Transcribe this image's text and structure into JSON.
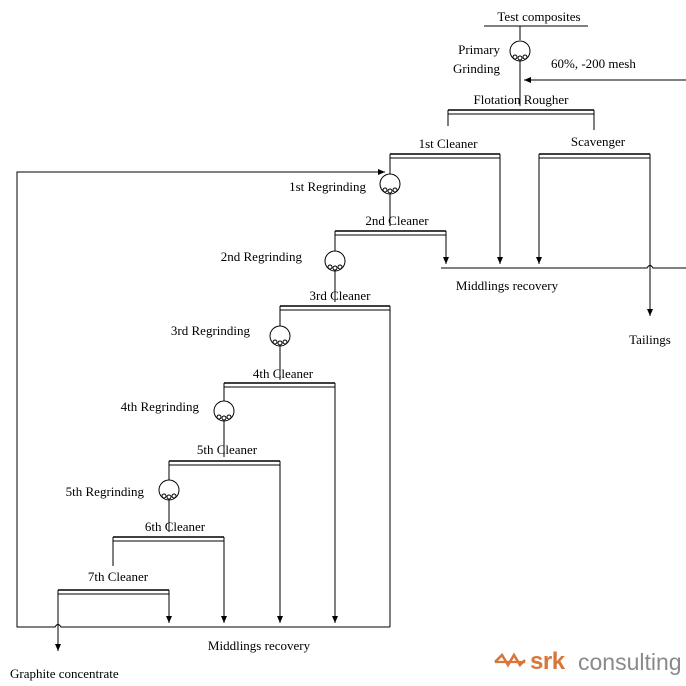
{
  "diagram": {
    "feed": "Test composites",
    "primary_grinding": [
      "Primary",
      "Grinding"
    ],
    "grind_spec": "60%, -200 mesh",
    "rougher": "Flotation Rougher",
    "scavenger": "Scavenger",
    "cleaners": [
      "1st Cleaner",
      "2nd Cleaner",
      "3rd Cleaner",
      "4th Cleaner",
      "5th Cleaner",
      "6th Cleaner",
      "7th Cleaner"
    ],
    "regrinds": [
      "1st Regrinding",
      "2nd Regrinding",
      "3rd Regrinding",
      "4th Regrinding",
      "5th Regrinding"
    ],
    "middlings_upper": "Middlings recovery",
    "middlings_lower": "Middlings recovery",
    "tailings": "Tailings",
    "concentrate": "Graphite concentrate"
  },
  "logo": {
    "brand": "srk",
    "suffix": "consulting",
    "accent_color": "#d9763a",
    "gray_color": "#8a8a8a"
  }
}
